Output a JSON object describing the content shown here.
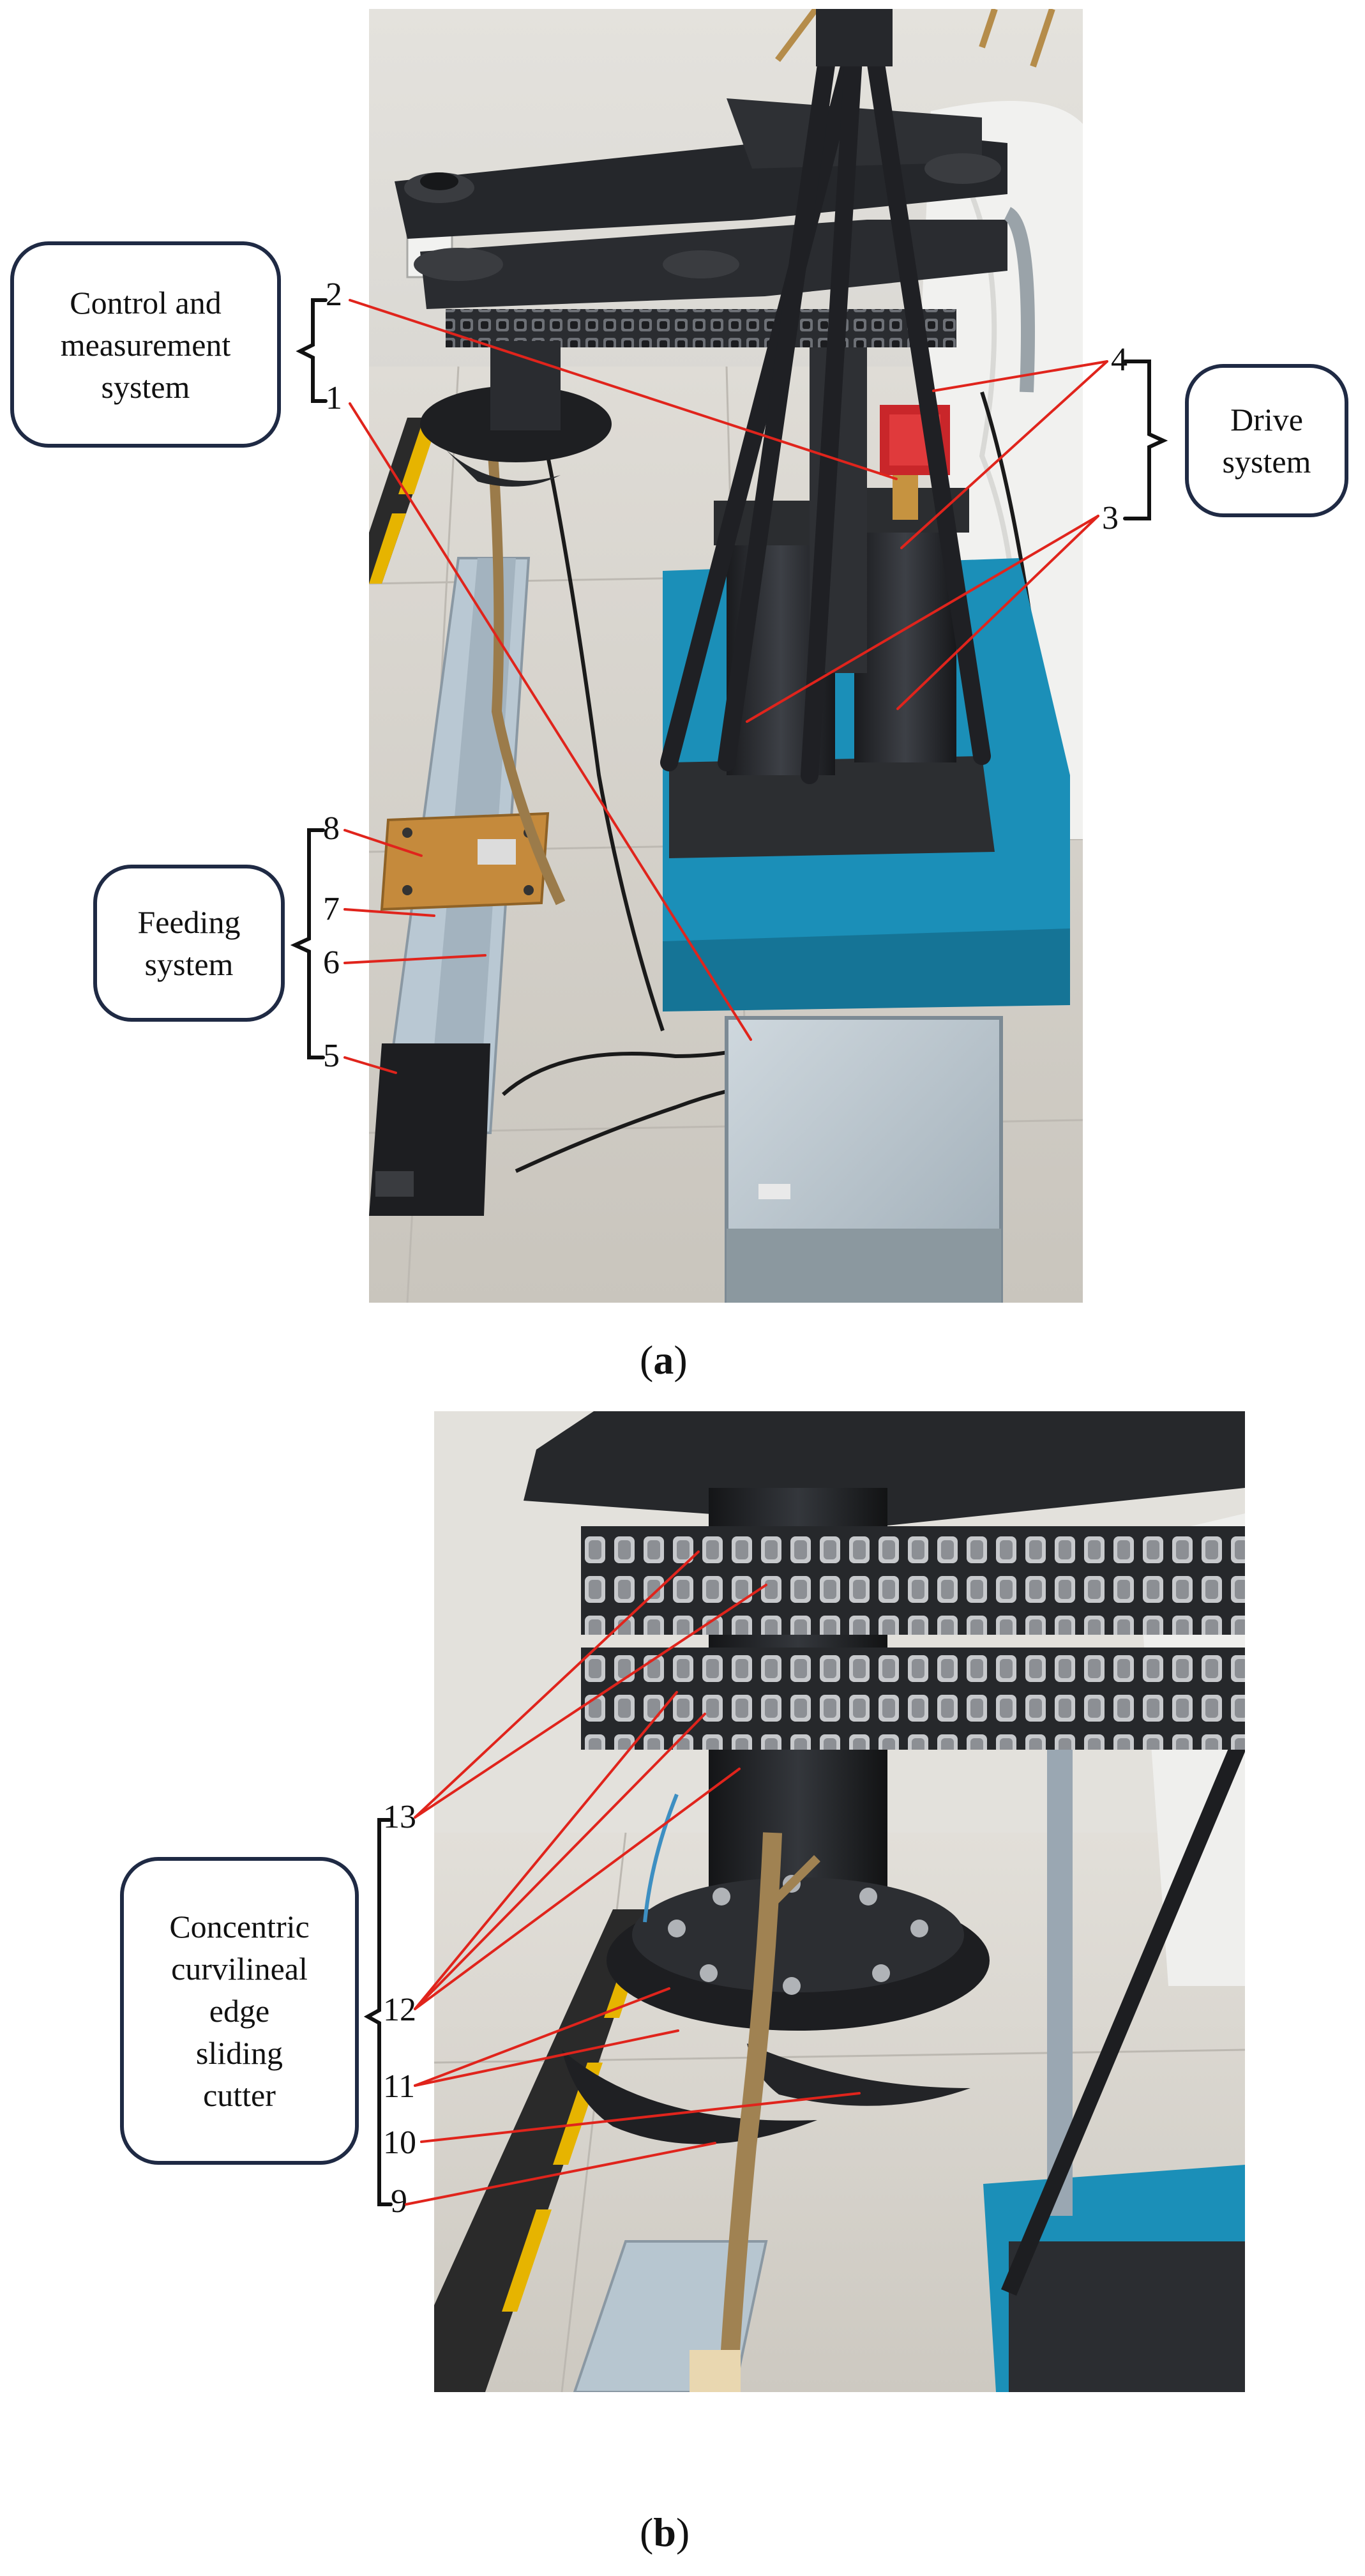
{
  "panel_a": {
    "caption_letter": "a",
    "groups": [
      {
        "name": "Control and\nmeasurement\nsystem"
      },
      {
        "name": "Drive\nsystem"
      },
      {
        "name": "Feeding\nsystem"
      }
    ],
    "callouts": [
      "1",
      "2",
      "3",
      "4",
      "5",
      "6",
      "7",
      "8"
    ]
  },
  "panel_b": {
    "caption_letter": "b",
    "groups": [
      {
        "name": "Concentric\ncurvilineal\nedge\nsliding\ncutter"
      }
    ],
    "callouts": [
      "9",
      "10",
      "11",
      "12",
      "13"
    ]
  },
  "colors": {
    "leader_line": "#e0241c",
    "bracket": "#111111",
    "box_border": "#1f2a44",
    "base_platform": "#1b8fb8",
    "frame_dark": "#26282c",
    "rail": "#b9c8d3",
    "hazard_yellow": "#e6b400",
    "wood_board": "#c58a3c",
    "control_box": "#b6c3cc"
  }
}
